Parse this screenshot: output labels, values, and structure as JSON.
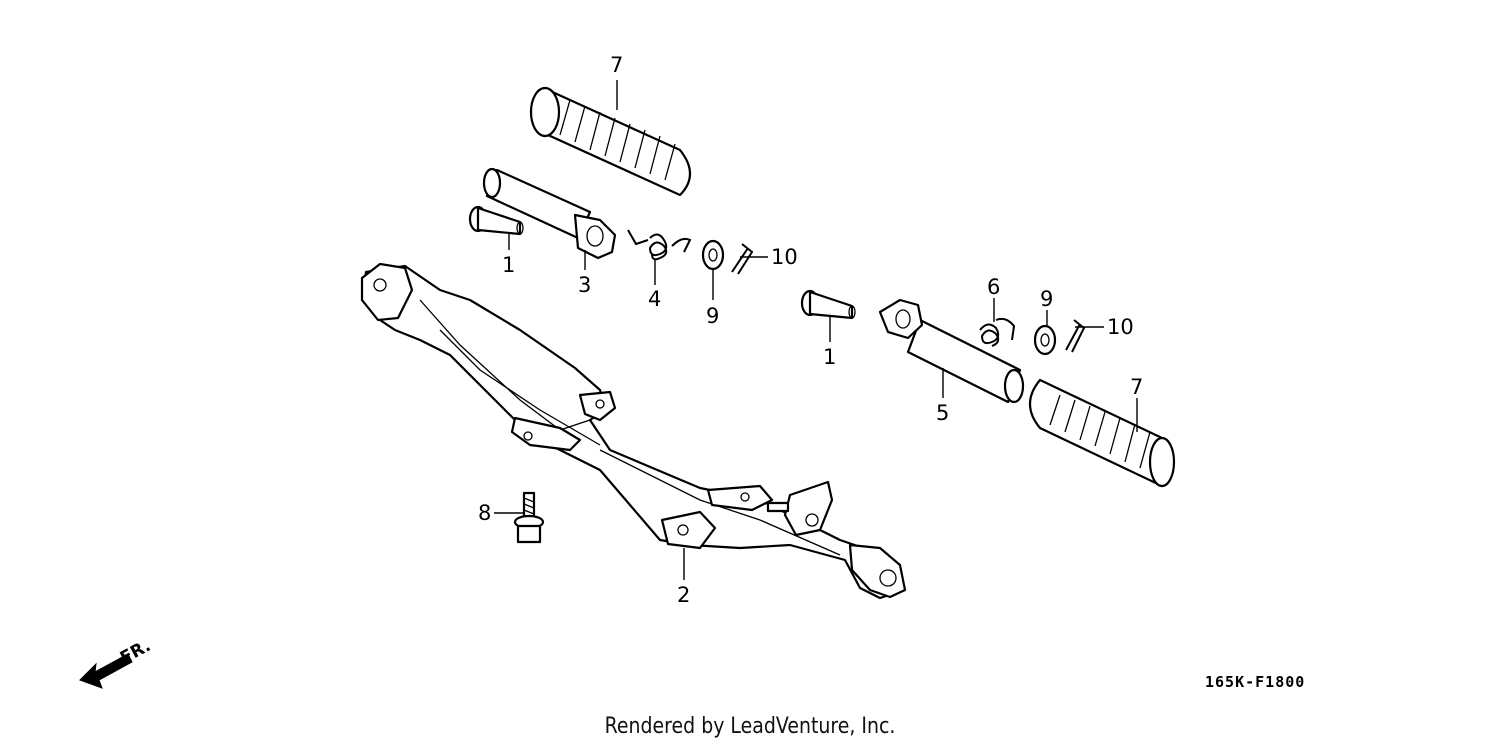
{
  "diagram": {
    "callouts": {
      "c1a": "1",
      "c1b": "1",
      "c2": "2",
      "c3": "3",
      "c4": "4",
      "c5": "5",
      "c6": "6",
      "c7a": "7",
      "c7b": "7",
      "c8": "8",
      "c9a": "9",
      "c9b": "9",
      "c10a": "10",
      "c10b": "10"
    },
    "direction_label": "FR.",
    "figure_code": "165K-F1800"
  },
  "footer": {
    "credit": "Rendered by LeadVenture, Inc."
  }
}
